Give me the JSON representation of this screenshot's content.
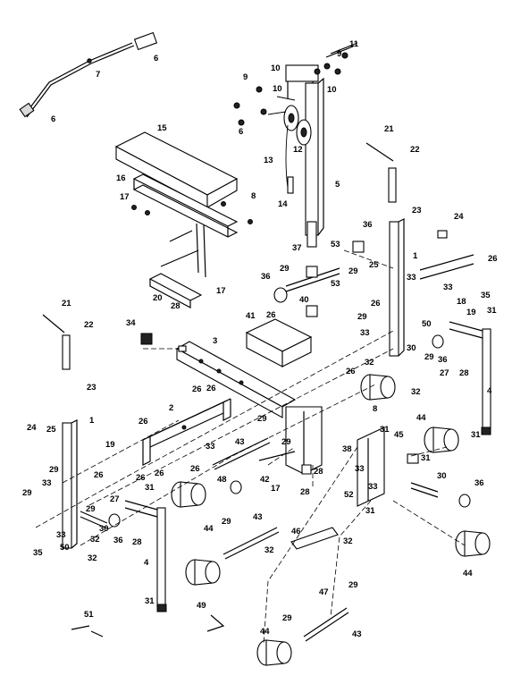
{
  "diagram": {
    "labels": [
      {
        "text": "6"
      },
      {
        "text": "7"
      },
      {
        "text": "6"
      },
      {
        "text": "11"
      },
      {
        "text": "9"
      },
      {
        "text": "10"
      },
      {
        "text": "10"
      },
      {
        "text": "9"
      },
      {
        "text": "10"
      },
      {
        "text": "6"
      },
      {
        "text": "12"
      },
      {
        "text": "15"
      },
      {
        "text": "13"
      },
      {
        "text": "16"
      },
      {
        "text": "8"
      },
      {
        "text": "17"
      },
      {
        "text": "14"
      },
      {
        "text": "5"
      },
      {
        "text": "21"
      },
      {
        "text": "22"
      },
      {
        "text": "23"
      },
      {
        "text": "24"
      },
      {
        "text": "36"
      },
      {
        "text": "37"
      },
      {
        "text": "53"
      },
      {
        "text": "1"
      },
      {
        "text": "26"
      },
      {
        "text": "18"
      },
      {
        "text": "29"
      },
      {
        "text": "29"
      },
      {
        "text": "25"
      },
      {
        "text": "33"
      },
      {
        "text": "33"
      },
      {
        "text": "20"
      },
      {
        "text": "17"
      },
      {
        "text": "36"
      },
      {
        "text": "53"
      },
      {
        "text": "35"
      },
      {
        "text": "40"
      },
      {
        "text": "26"
      },
      {
        "text": "28"
      },
      {
        "text": "19"
      },
      {
        "text": "31"
      },
      {
        "text": "26"
      },
      {
        "text": "29"
      },
      {
        "text": "50"
      },
      {
        "text": "34"
      },
      {
        "text": "41"
      },
      {
        "text": "3"
      },
      {
        "text": "33"
      },
      {
        "text": "30"
      },
      {
        "text": "26"
      },
      {
        "text": "21"
      },
      {
        "text": "22"
      },
      {
        "text": "32"
      },
      {
        "text": "29"
      },
      {
        "text": "36"
      },
      {
        "text": "26"
      },
      {
        "text": "27"
      },
      {
        "text": "28"
      },
      {
        "text": "32"
      },
      {
        "text": "4"
      },
      {
        "text": "23"
      },
      {
        "text": "26"
      },
      {
        "text": "8"
      },
      {
        "text": "44"
      },
      {
        "text": "2"
      },
      {
        "text": "31"
      },
      {
        "text": "31"
      },
      {
        "text": "1"
      },
      {
        "text": "26"
      },
      {
        "text": "29"
      },
      {
        "text": "45"
      },
      {
        "text": "24"
      },
      {
        "text": "25"
      },
      {
        "text": "33"
      },
      {
        "text": "43"
      },
      {
        "text": "38"
      },
      {
        "text": "31"
      },
      {
        "text": "19"
      },
      {
        "text": "26"
      },
      {
        "text": "26"
      },
      {
        "text": "26"
      },
      {
        "text": "29"
      },
      {
        "text": "26"
      },
      {
        "text": "33"
      },
      {
        "text": "30"
      },
      {
        "text": "28"
      },
      {
        "text": "48"
      },
      {
        "text": "42"
      },
      {
        "text": "17"
      },
      {
        "text": "28"
      },
      {
        "text": "52"
      },
      {
        "text": "36"
      },
      {
        "text": "33"
      },
      {
        "text": "29"
      },
      {
        "text": "27"
      },
      {
        "text": "31"
      },
      {
        "text": "33"
      },
      {
        "text": "31"
      },
      {
        "text": "29"
      },
      {
        "text": "32"
      },
      {
        "text": "30"
      },
      {
        "text": "29"
      },
      {
        "text": "36"
      },
      {
        "text": "28"
      },
      {
        "text": "35"
      },
      {
        "text": "33"
      },
      {
        "text": "50"
      },
      {
        "text": "32"
      },
      {
        "text": "4"
      },
      {
        "text": "44"
      },
      {
        "text": "29"
      },
      {
        "text": "43"
      },
      {
        "text": "46"
      },
      {
        "text": "32"
      },
      {
        "text": "32"
      },
      {
        "text": "44"
      },
      {
        "text": "47"
      },
      {
        "text": "31"
      },
      {
        "text": "29"
      },
      {
        "text": "51"
      },
      {
        "text": "49"
      },
      {
        "text": "29"
      },
      {
        "text": "44"
      },
      {
        "text": "43"
      }
    ]
  }
}
